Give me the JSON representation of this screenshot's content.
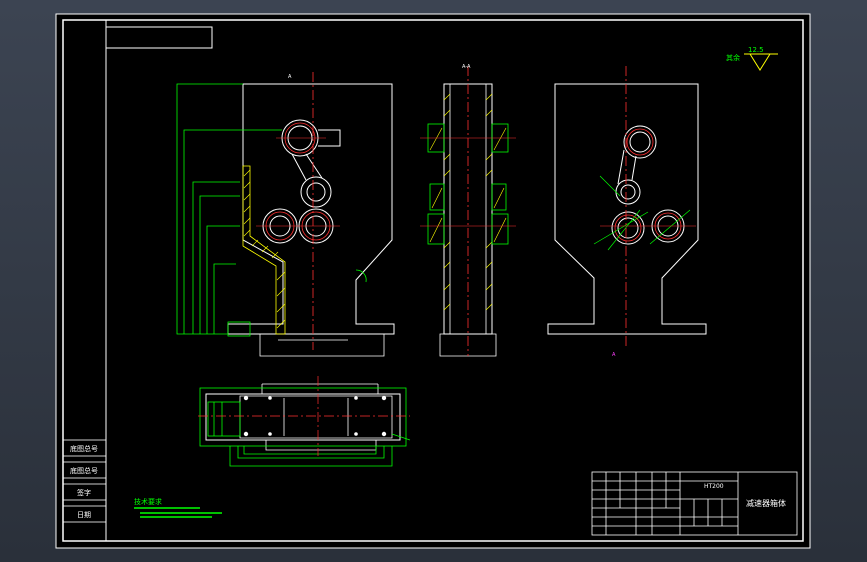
{
  "drawing": {
    "roughness_label": "其余",
    "roughness_value": "12.5",
    "section_label": "A",
    "section_label_b": "A-A",
    "material": "HT200",
    "title": "减速器箱体",
    "note": "技术要求",
    "side_stamps": [
      "底图总号",
      "底图总号",
      "签字",
      "日期"
    ]
  },
  "colors": {
    "outline": "#ffffff",
    "dimension": "#00ff00",
    "centerline": "#ff3030",
    "hatch": "#ffff00",
    "cyan": "#00ffff",
    "magenta": "#ff40ff"
  }
}
